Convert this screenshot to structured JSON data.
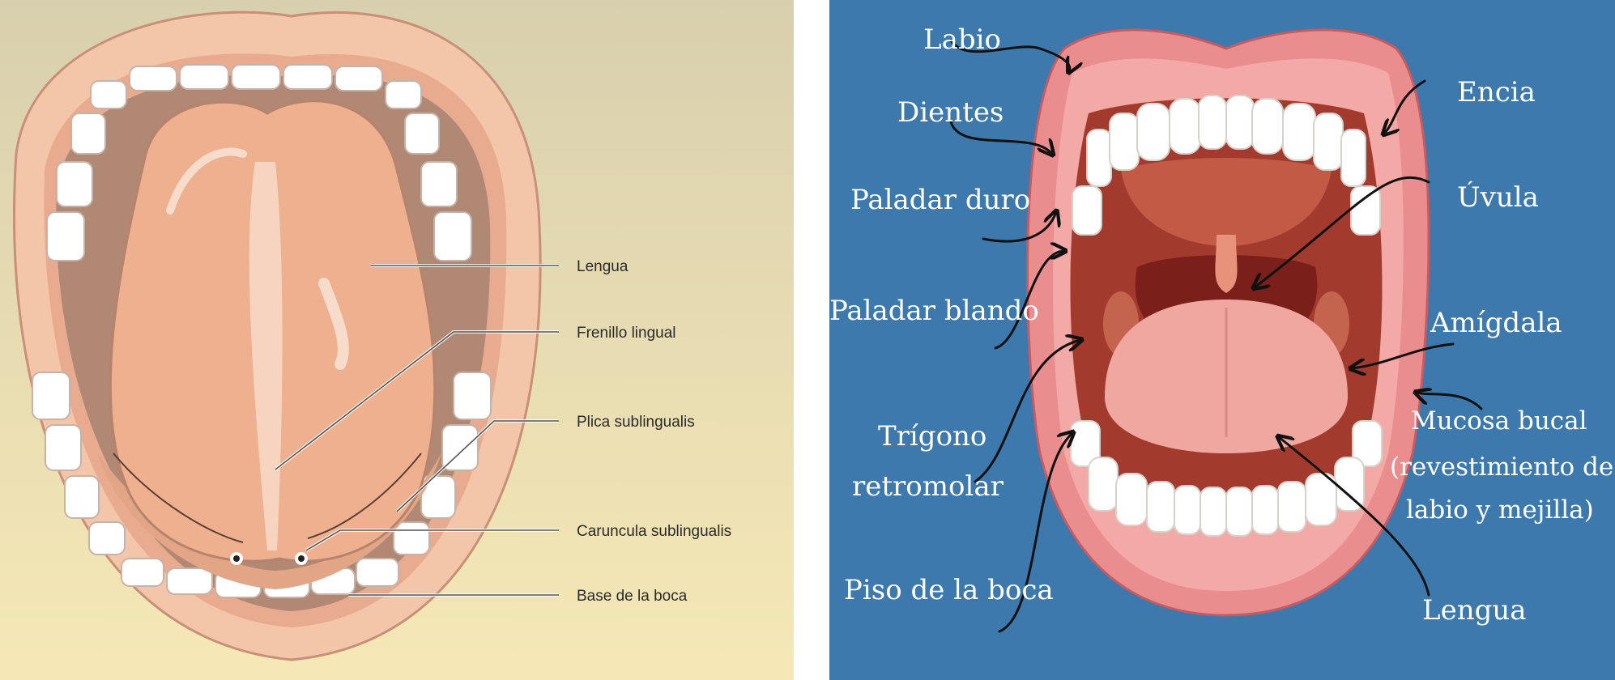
{
  "left_diagram": {
    "labels": {
      "lengua": "Lengua",
      "frenillo": "Frenillo lingual",
      "plica": "Plica sublingualis",
      "caruncula": "Caruncula sublingualis",
      "base": "Base de la boca"
    }
  },
  "right_diagram": {
    "labels": {
      "labio": "Labio",
      "dientes": "Dientes",
      "paladar_duro": "Paladar duro",
      "paladar_blando": "Paladar blando",
      "trigono_1": "Trígono",
      "trigono_2": "retromolar",
      "piso": "Piso de la boca",
      "encia": "Encia",
      "uvula": "Úvula",
      "amigdala": "Amígdala",
      "mucosa_1": "Mucosa bucal",
      "mucosa_2": "(revestimiento de",
      "mucosa_3": "labio y mejilla)",
      "lengua": "Lengua"
    }
  },
  "colors": {
    "left_bg_top": "#d9cfae",
    "left_bg_bottom": "#f6e9b8",
    "lip": "#f2c4a8",
    "tongue": "#ecad8c",
    "mouth_inner": "#b58a74",
    "right_bg": "#3e79ad",
    "right_lip": "#e98c8d",
    "right_mouth": "#a7372b"
  }
}
